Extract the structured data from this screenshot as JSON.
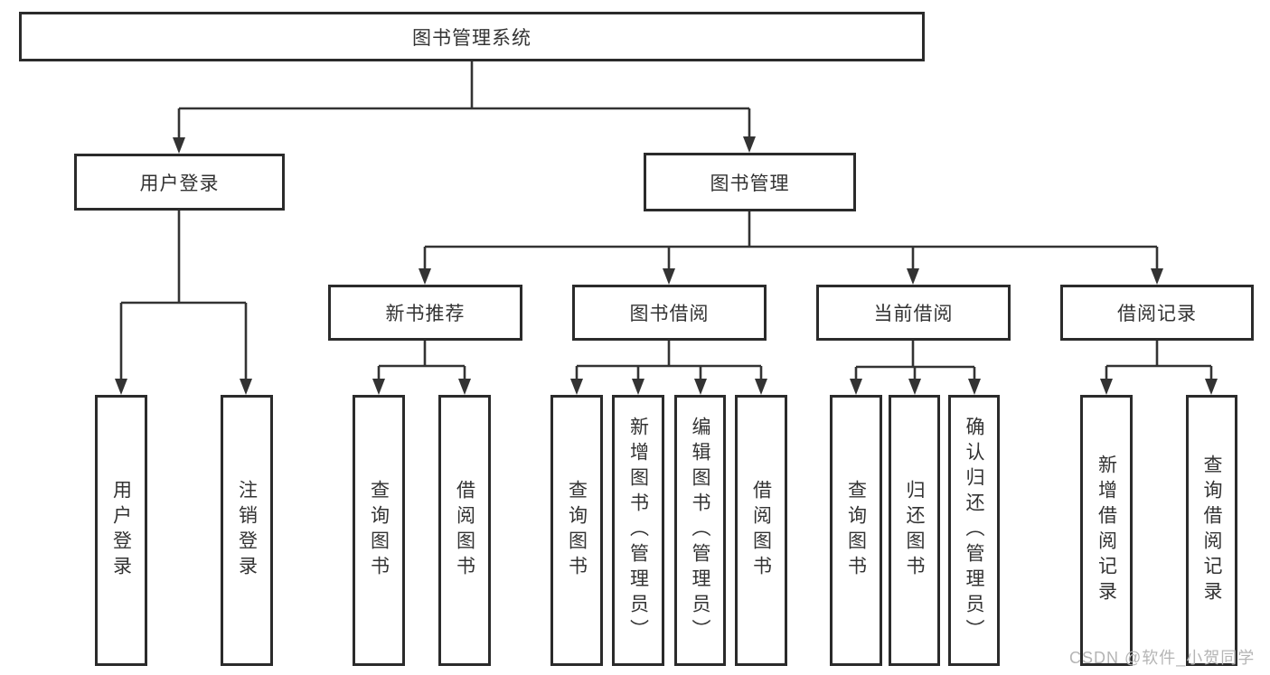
{
  "diagram": {
    "title": "图书管理系统",
    "nodes": {
      "root": {
        "label": "图书管理系统"
      },
      "user_login": {
        "label": "用户登录"
      },
      "book_mgmt": {
        "label": "图书管理"
      },
      "new_book_rec": {
        "label": "新书推荐"
      },
      "book_borrow": {
        "label": "图书借阅"
      },
      "current_borrow": {
        "label": "当前借阅"
      },
      "borrow_record": {
        "label": "借阅记录"
      },
      "leaf_user_login": {
        "label": "用户登录"
      },
      "leaf_logout": {
        "label": "注销登录"
      },
      "nbr_query": {
        "label": "查询图书"
      },
      "nbr_borrow": {
        "label": "借阅图书"
      },
      "bb_query": {
        "label": "查询图书"
      },
      "bb_add": {
        "label": "新增图书（管理员）"
      },
      "bb_edit": {
        "label": "编辑图书（管理员）"
      },
      "bb_borrow": {
        "label": "借阅图书"
      },
      "cb_query": {
        "label": "查询图书"
      },
      "cb_return": {
        "label": "归还图书"
      },
      "cb_confirm": {
        "label": "确认归还（管理员）"
      },
      "br_add": {
        "label": "新增借阅记录"
      },
      "br_query": {
        "label": "查询借阅记录"
      }
    },
    "colors": {
      "line": "#333333",
      "border": "#2b2b2b",
      "text": "#333333",
      "background": "#ffffff",
      "watermark": "#b5b5b5"
    }
  },
  "watermark": {
    "text": "CSDN @软件_小贺同学"
  }
}
